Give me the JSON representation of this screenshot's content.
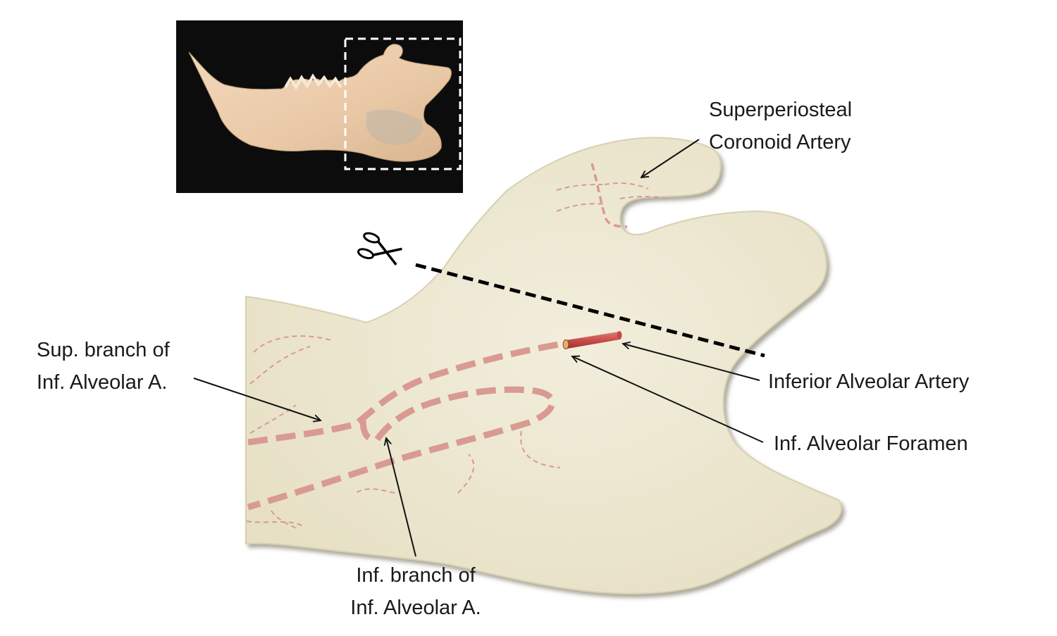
{
  "photo": {
    "description_icon": "mandible-photo"
  },
  "labels": {
    "coronoid_1": "Superperiosteal",
    "coronoid_2": "Coronoid Artery",
    "sup_branch_1": "Sup. branch of",
    "sup_branch_2": "Inf. Alveolar A.",
    "inferior_alveolar_artery": "Inferior Alveolar Artery",
    "foramen": "Inf. Alveolar Foramen",
    "inf_branch_1": "Inf. branch of",
    "inf_branch_2": "Inf. Alveolar A."
  },
  "colors": {
    "bone_fill": "#ebe6cf",
    "bone_edge": "#c9c2a0",
    "vessel": "#d99a92",
    "artery": "#c9504b",
    "cut_line": "#000000",
    "photo_bg": "#0c0c0c"
  },
  "icons": {
    "scissors": "scissors-icon"
  }
}
